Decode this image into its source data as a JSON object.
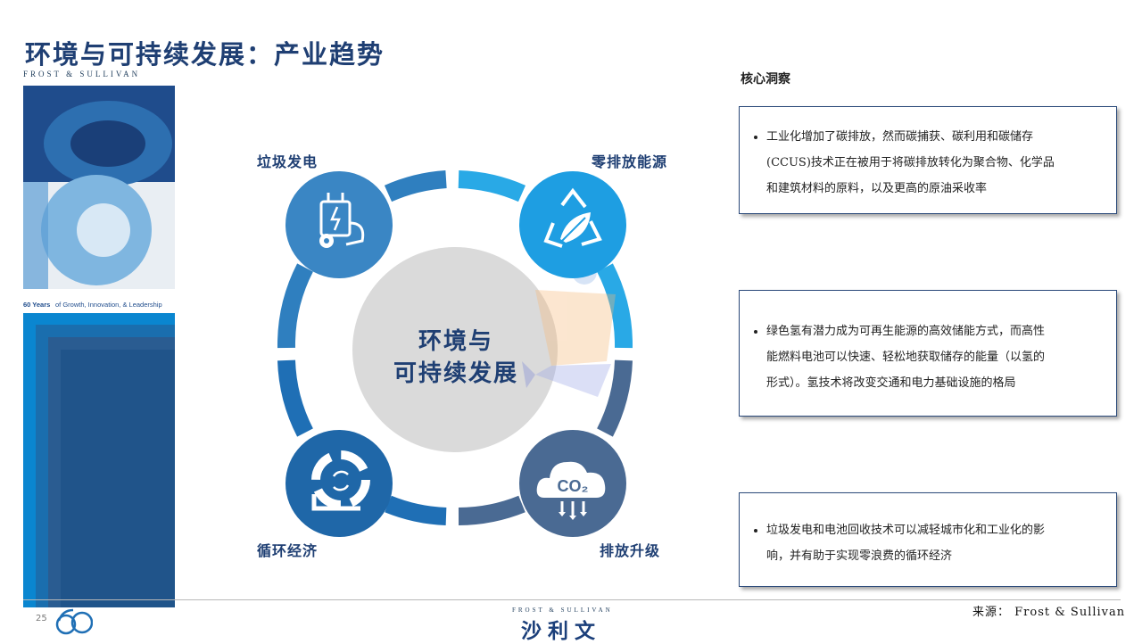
{
  "title": "环境与可持续发展：产业趋势",
  "brand": {
    "frost_small": "FROST & SULLIVAN",
    "years_tagline_bold": "60 Years",
    "years_tagline_rest": " of Growth, Innovation, & Leadership",
    "footer_frost": "FROST & SULLIVAN",
    "footer_cn": "沙利文"
  },
  "page_number": "25",
  "diagram": {
    "center_line1": "环境与",
    "center_line2": "可持续发展",
    "nodes": [
      {
        "label": "垃圾发电",
        "icon": "power-plug-icon"
      },
      {
        "label": "零排放能源",
        "icon": "recycle-leaf-icon"
      },
      {
        "label": "循环经济",
        "icon": "circular-arrows-icon"
      },
      {
        "label": "排放升级",
        "icon": "co2-cloud-icon"
      }
    ]
  },
  "insights": {
    "header": "核心洞察",
    "items": [
      {
        "line1": "工业化增加了碳排放，然而碳捕获、碳利用和碳储存",
        "line2": "(CCUS)技术正在被用于将碳排放转化为聚合物、化学品",
        "line3": "和建筑材料的原料，以及更高的原油采收率"
      },
      {
        "line1": "绿色氢有潜力成为可再生能源的高效储能方式，而高性",
        "line2": "能燃料电池可以快速、轻松地获取储存的能量（以氢的",
        "line3": "形式）。氢技术将改变交通和电力基础设施的格局"
      },
      {
        "line1": "垃圾发电和电池回收技术可以减轻城市化和工业化的影",
        "line2": "响，并有助于实现零浪费的循环经济"
      }
    ]
  },
  "source": "来源： Frost & Sullivan",
  "colors": {
    "navy": "#1f3f73",
    "blue": "#2f7fbf",
    "light_blue": "#29a9e6",
    "steel": "#4a6a93"
  }
}
